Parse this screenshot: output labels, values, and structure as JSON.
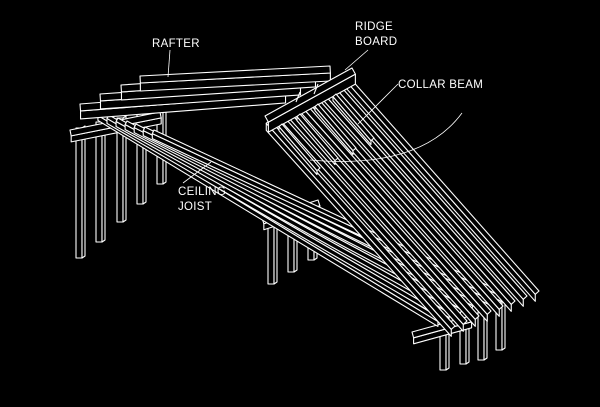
{
  "diagram": {
    "background_color": "#000000",
    "line_color": "#ffffff",
    "labels": {
      "rafter": "RAFTER",
      "ridge_line1": "RIDGE",
      "ridge_line2": "BOARD",
      "collar_beam": "COLLAR BEAM",
      "ceiling_line1": "CEILING",
      "ceiling_line2": "JOIST"
    }
  }
}
